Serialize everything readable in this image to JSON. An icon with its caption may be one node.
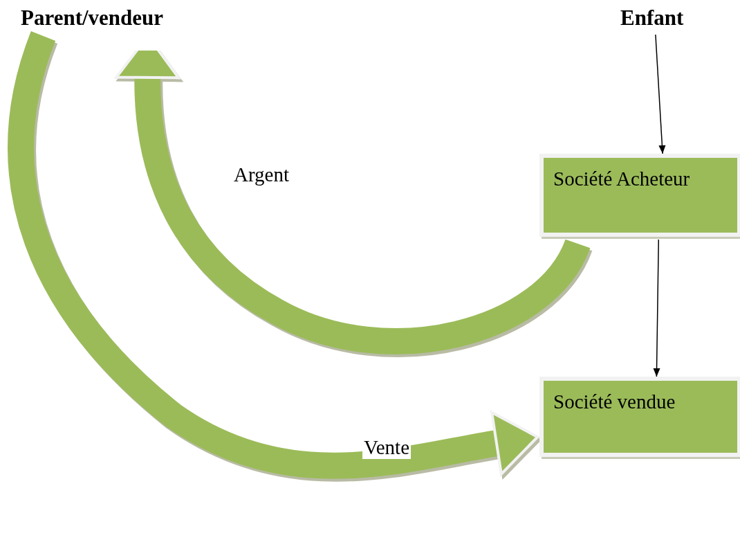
{
  "diagram": {
    "nodes": [
      {
        "text": [
          "Parent/vendeur"
        ]
      },
      {
        "text": [
          "Enfant"
        ]
      },
      {
        "text": [
          "Société Acheteur"
        ]
      },
      {
        "text": [
          "Société vendue"
        ]
      }
    ],
    "edges": [
      {
        "from": 1,
        "to": 2,
        "arrow": "to"
      },
      {
        "from": 2,
        "to": 3,
        "arrow": "to"
      },
      {
        "from": 2,
        "to": 0,
        "arrow": "to",
        "label": "Argent",
        "style": "thick",
        "color": "#9bbb59"
      },
      {
        "from": 0,
        "to": 3,
        "arrow": "to",
        "label": "Vente",
        "style": "thick",
        "color": "#9bbb59"
      }
    ]
  }
}
